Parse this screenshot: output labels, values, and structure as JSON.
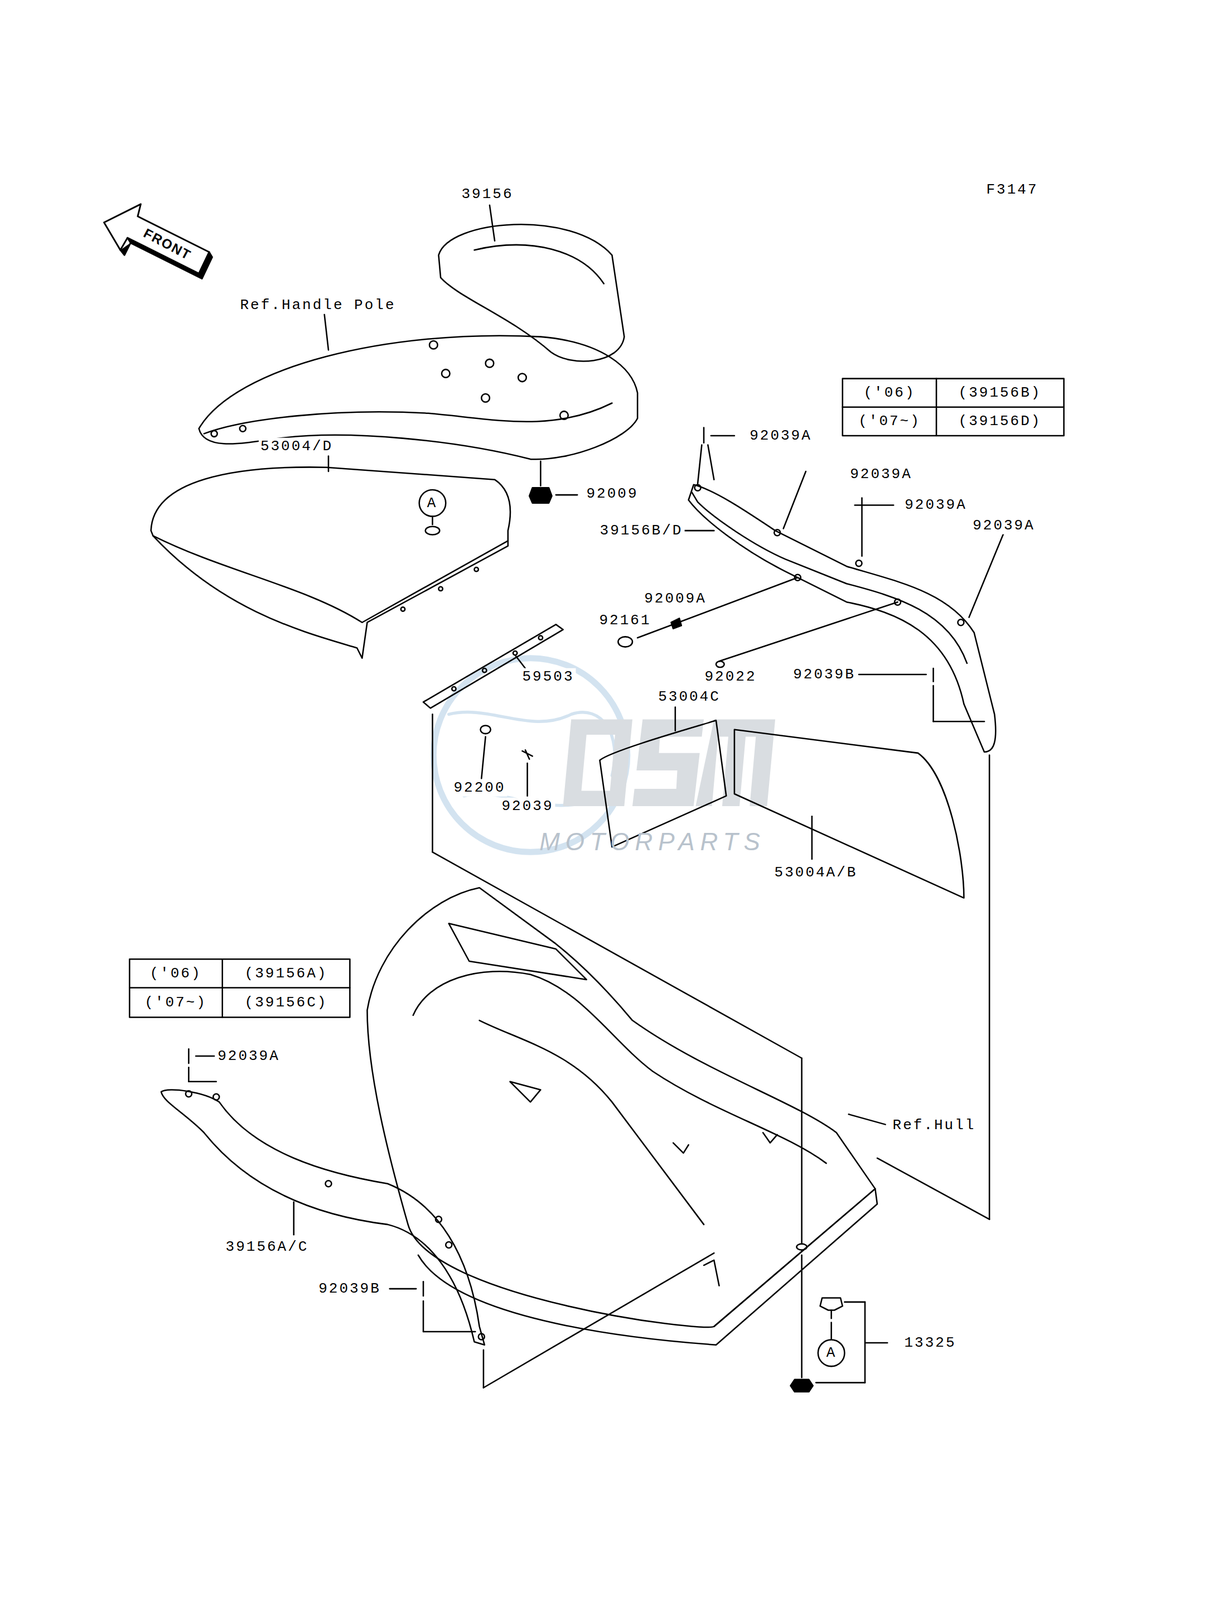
{
  "diagram": {
    "labels": [
      "F3147",
      "FRONT",
      "39156",
      "Ref.Handle Pole",
      "53004/D",
      "A",
      "92009",
      "('06)",
      "(39156B)",
      "('07~)",
      "(39156D)",
      "92039A",
      "92039A",
      "92039A",
      "92039A",
      "39156B/D",
      "92009A",
      "92161",
      "92022",
      "92039B",
      "59503",
      "53004C",
      "92200",
      "92039",
      "53004A/B",
      "('06)",
      "(39156A)",
      "('07~)",
      "(39156C)",
      "92039A",
      "Ref.Hull",
      "39156A/C",
      "92039B",
      "13325",
      "A",
      "MOTORPARTS"
    ]
  }
}
